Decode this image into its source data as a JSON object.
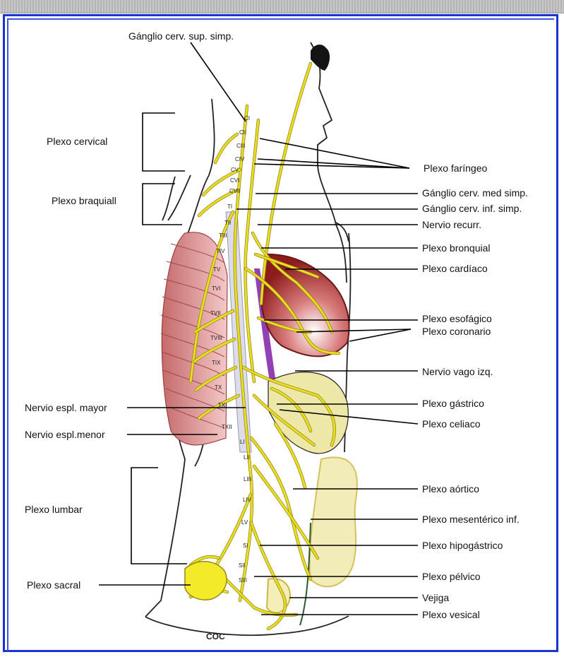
{
  "labels": {
    "ganglio_sup": "Gánglio cerv. sup.  simp.",
    "plexo_cervical": "Plexo cervical",
    "plexo_braquial": "Plexo braquiall",
    "plexo_faringeo": "Plexo faríngeo",
    "ganglio_med": "Gánglio cerv. med simp.",
    "ganglio_inf": "Gánglio cerv. inf.  simp.",
    "nervio_recurr": "Nervio recurr.",
    "plexo_bronquial": "Plexo bronquial",
    "plexo_cardiaco": "Plexo cardíaco",
    "plexo_esofagico": "Plexo esofágico",
    "plexo_coronario": "Plexo coronario",
    "nervio_vago": "Nervio vago izq.",
    "nervio_espl_mayor": "Nervio espl. mayor",
    "plexo_gastrico": "Plexo gástrico",
    "nervio_espl_menor": "Nervio espl.menor",
    "plexo_celiaco": "Plexo celiaco",
    "plexo_lumbar": "Plexo lumbar",
    "plexo_aortico": "Plexo aórtico",
    "plexo_mesenterico": "Plexo mesentérico inf.",
    "plexo_hipogastrico": "Plexo hipogástrico",
    "plexo_sacral": "Plexo sacral",
    "plexo_pelvico": "Plexo pélvico",
    "vejiga": "Vejiga",
    "plexo_vesical": "Plexo vesical",
    "coc": "COC"
  },
  "vertebrae": {
    "cervical": [
      "CI",
      "CII",
      "CIII",
      "CIV",
      "CV",
      "CVI",
      "CVII"
    ],
    "thoracic": [
      "TI",
      "TII",
      "TIII",
      "TIV",
      "TV",
      "TVI",
      "TVII",
      "TVIII",
      "TIX",
      "TX",
      "TXI",
      "TXII"
    ],
    "lumbar": [
      "LI",
      "LII",
      "LIII",
      "LIV",
      "LV"
    ],
    "sacral": [
      "SI",
      "SII",
      "SIII"
    ]
  },
  "colors": {
    "frame": "#1c33d4",
    "nerve": "#e8de22",
    "heart": "#a82a2a",
    "ribs": "#e2a0a0",
    "intestine": "#f1eab0"
  }
}
